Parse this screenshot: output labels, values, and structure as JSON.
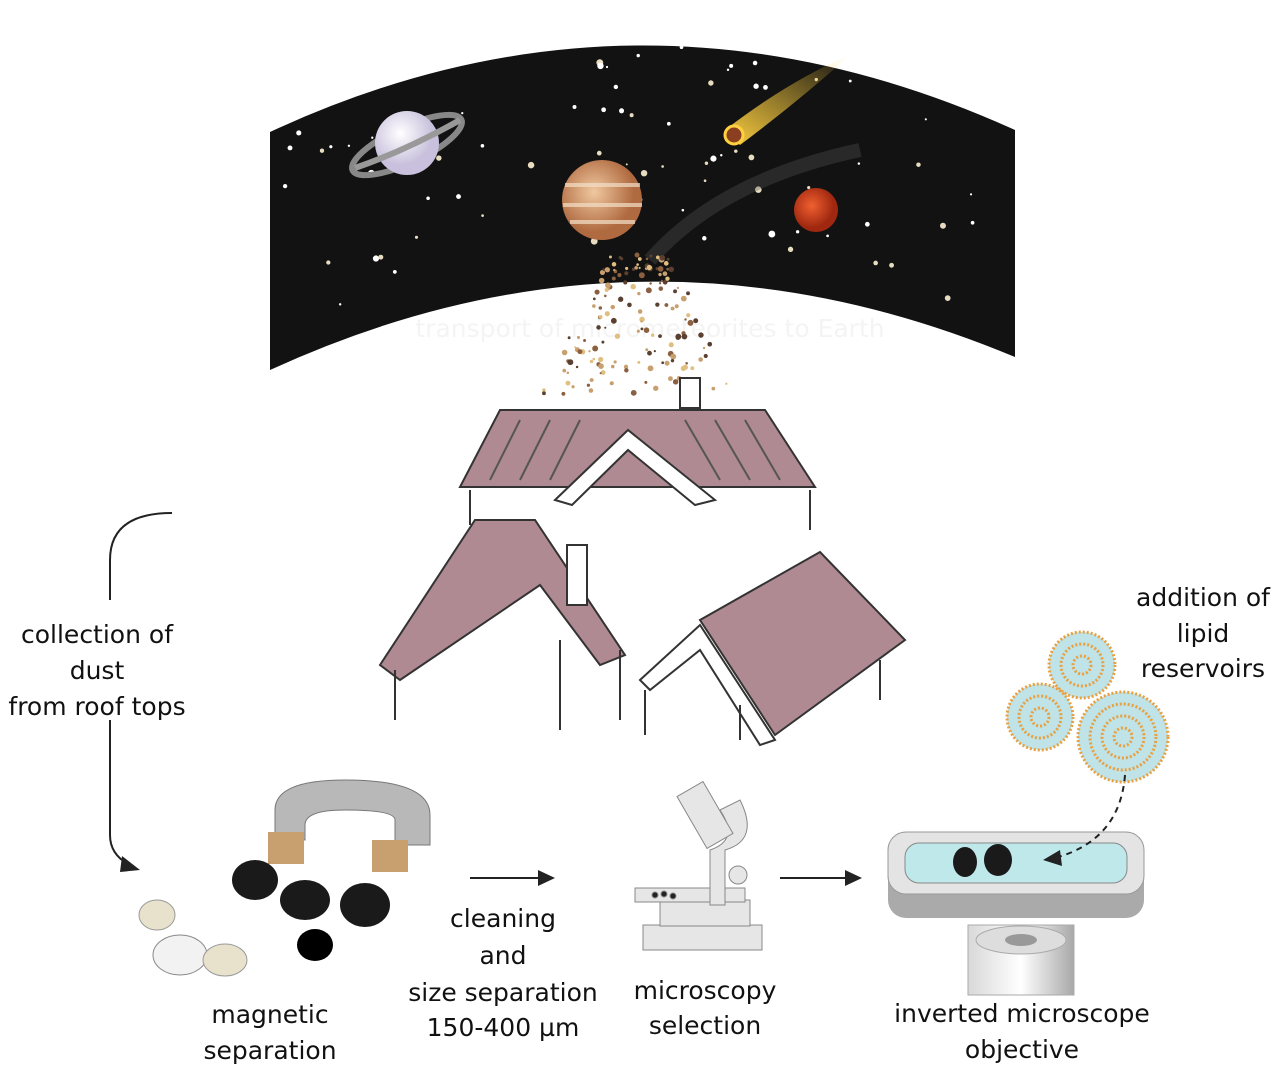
{
  "space": {
    "caption": "transport of micrometeorites to Earth"
  },
  "collection": {
    "lines": [
      "collection of",
      "dust",
      "from roof tops"
    ]
  },
  "magnetic": {
    "lines": [
      "magnetic",
      "separation"
    ]
  },
  "cleaning": {
    "lines": [
      "cleaning",
      "and",
      "size separation",
      "150-400 µm"
    ]
  },
  "microscopy": {
    "lines": [
      "microscopy",
      "selection"
    ]
  },
  "inverted": {
    "lines": [
      "inverted microscope",
      "objective"
    ]
  },
  "lipid": {
    "lines": [
      "addition of",
      "lipid",
      "reservoirs"
    ]
  },
  "colors": {
    "sky": "#111111",
    "roof": "#b08a93",
    "lipid_head": "#e8a040",
    "lipid_fill": "#bfe3e6",
    "dish": "#bfe8ea"
  }
}
